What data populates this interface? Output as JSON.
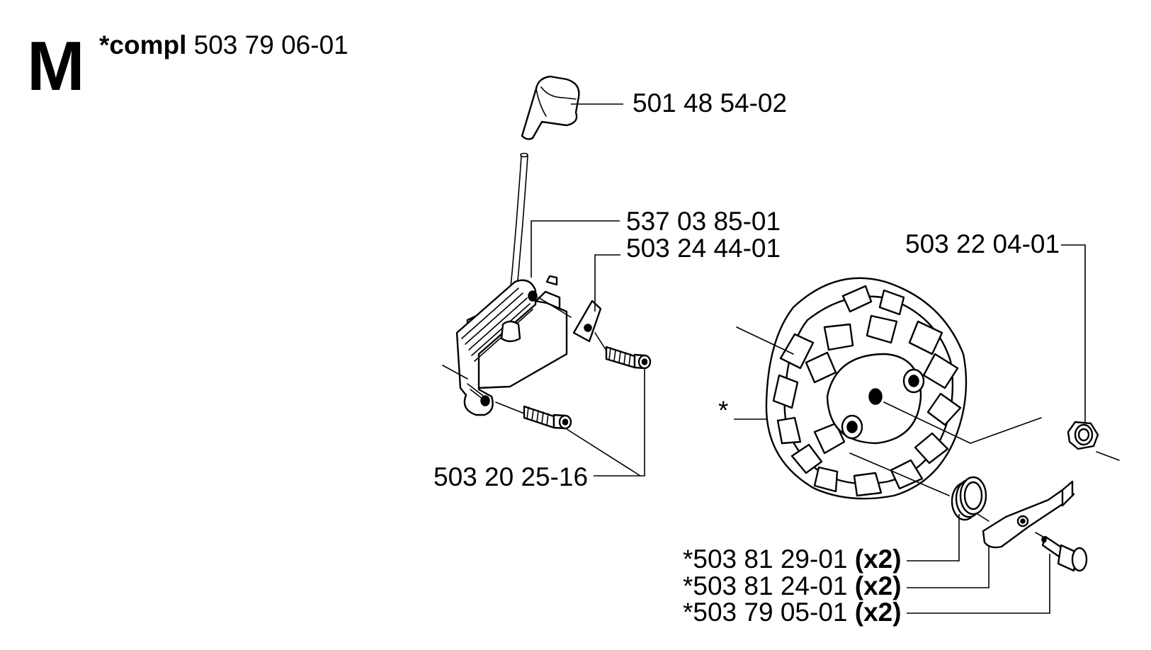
{
  "section": {
    "letter": "M",
    "prefix": "*compl",
    "number": "503 79 06-01"
  },
  "labels": {
    "cap": "501 48 54-02",
    "coil": "537 03 85-01",
    "plate": "503 24 44-01",
    "screws": "503 20 25-16",
    "nut": "503 22 04-01",
    "star": "*",
    "spring": {
      "num": "*503 81 29-01",
      "qty": "(x2)"
    },
    "pawl": {
      "num": "*503 81 24-01",
      "qty": "(x2)"
    },
    "pin": {
      "num": "*503 79 05-01",
      "qty": "(x2)"
    }
  }
}
